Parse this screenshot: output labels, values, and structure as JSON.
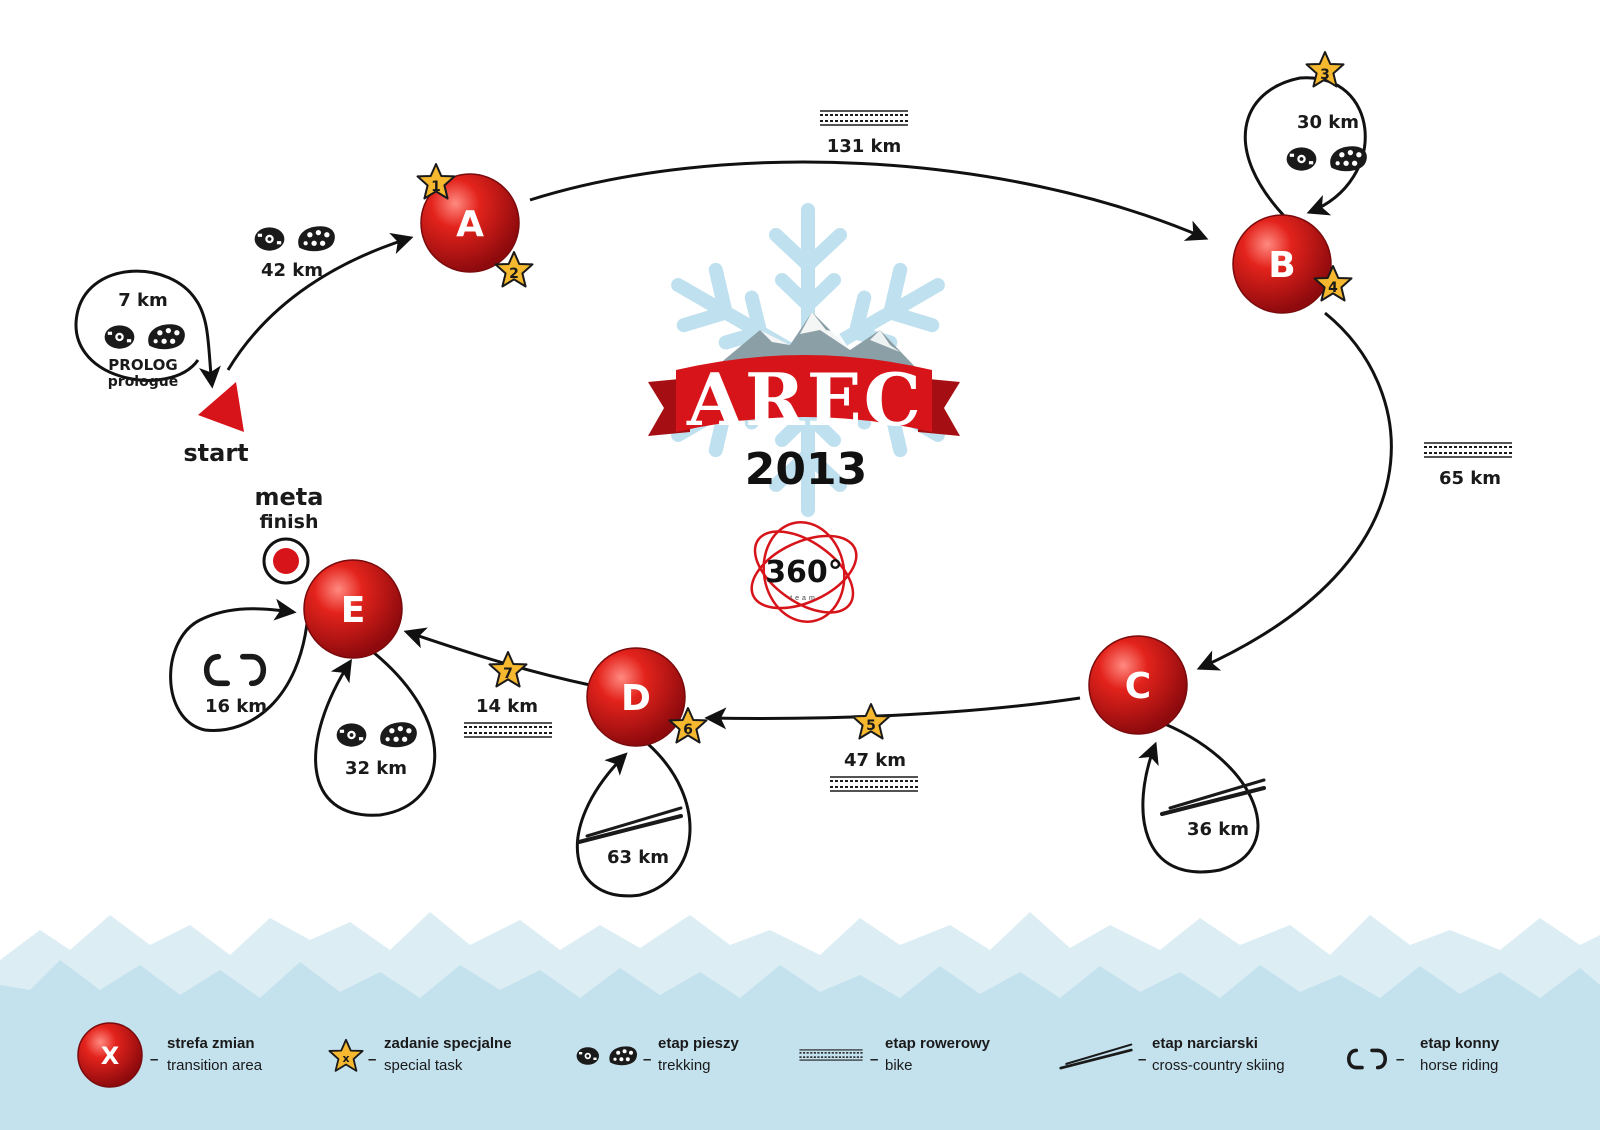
{
  "title": "AREC",
  "year": "2013",
  "team_logo": "360°",
  "team_logo_sub": "team",
  "start_label": "start",
  "finish": {
    "meta": "meta",
    "finish": "finish"
  },
  "prolog": {
    "distance": "7 km",
    "pl": "PROLOG",
    "en": "prologue"
  },
  "nodes": [
    {
      "id": "A",
      "letter": "A"
    },
    {
      "id": "B",
      "letter": "B"
    },
    {
      "id": "C",
      "letter": "C"
    },
    {
      "id": "D",
      "letter": "D"
    },
    {
      "id": "E",
      "letter": "E"
    }
  ],
  "tasks": [
    "1",
    "2",
    "3",
    "4",
    "5",
    "6",
    "7"
  ],
  "legs": [
    {
      "id": "start-A",
      "distance": "42 km",
      "type": "trekking"
    },
    {
      "id": "A-B",
      "distance": "131 km",
      "type": "bike"
    },
    {
      "id": "B-loop",
      "distance": "30 km",
      "type": "trekking"
    },
    {
      "id": "B-C",
      "distance": "65 km",
      "type": "bike"
    },
    {
      "id": "C-loop",
      "distance": "36 km",
      "type": "skiing"
    },
    {
      "id": "C-D",
      "distance": "47 km",
      "type": "bike"
    },
    {
      "id": "D-loop",
      "distance": "63 km",
      "type": "skiing"
    },
    {
      "id": "D-E",
      "distance": "14 km",
      "type": "bike"
    },
    {
      "id": "E-loop-trek",
      "distance": "32 km",
      "type": "trekking"
    },
    {
      "id": "E-loop-horse",
      "distance": "16 km",
      "type": "horse"
    }
  ],
  "legend": [
    {
      "symbol": "X",
      "pl": "strefa zmian",
      "en": "transition area",
      "icon": "red-ball-icon"
    },
    {
      "symbol": "x",
      "pl": "zadanie specjalne",
      "en": "special task",
      "icon": "star-icon"
    },
    {
      "pl": "etap pieszy",
      "en": "trekking",
      "icon": "footprints-icon"
    },
    {
      "pl": "etap rowerowy",
      "en": "bike",
      "icon": "tire-track-icon"
    },
    {
      "pl": "etap narciarski",
      "en": "cross-country skiing",
      "icon": "ski-icon"
    },
    {
      "pl": "etap konny",
      "en": "horse riding",
      "icon": "horseshoe-icon"
    }
  ],
  "colors": {
    "red": "#d7141a",
    "star": "#f5b82e",
    "ice": "#c4e1ee",
    "snowflake": "#bfe0ee",
    "mountain": "#8ba0a6",
    "ink": "#1a1a1a"
  }
}
